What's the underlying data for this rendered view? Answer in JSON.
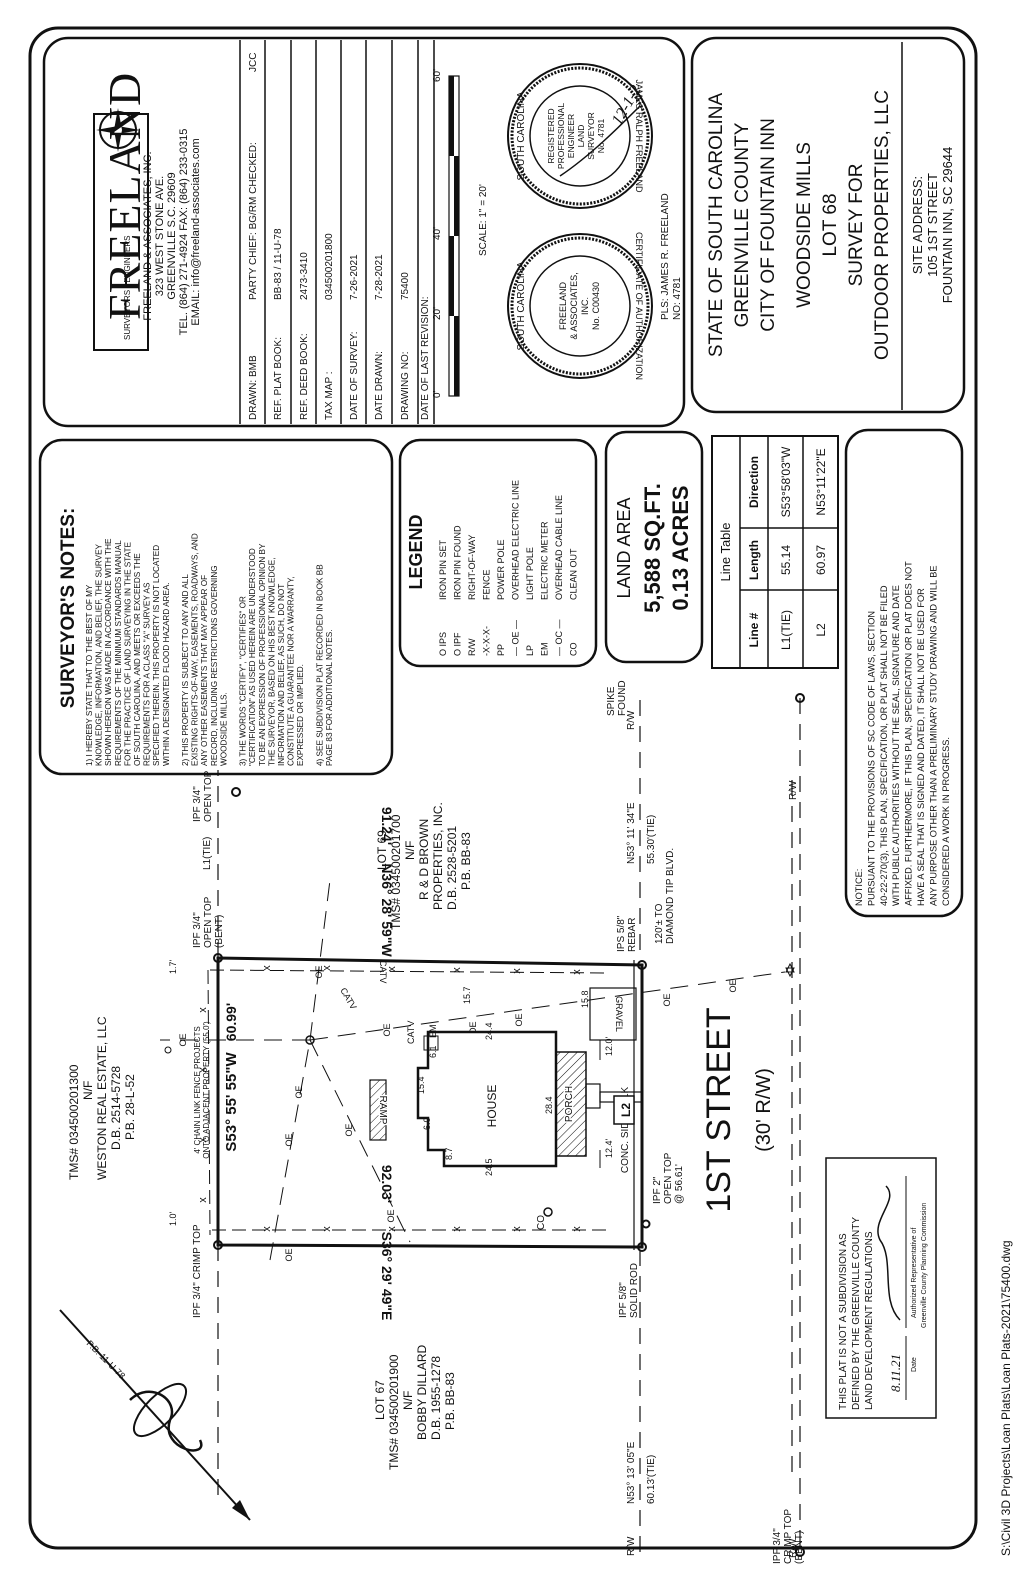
{
  "title_block": {
    "firm_logo": "FREELAND",
    "firm_tagline": "SURVEYORS • ENGINEERS",
    "firm_name": "FREELAND & ASSOCIATES, INC.",
    "firm_street": "323 WEST STONE AVE.",
    "firm_city": "GREENVILLE S.C. 29609",
    "firm_phone": "TEL. (864) 271-4924 FAX: (864) 233-0315",
    "firm_email": "EMAIL: info@freeland-associates.com",
    "info_rows": [
      {
        "label": "DRAWN: BMB",
        "value": "PARTY CHIEF: BG/RM CHECKED:",
        "extra": "JCC"
      },
      {
        "label": "REF. PLAT BOOK:",
        "value": "BB-83 / 11-U-78",
        "extra": ""
      },
      {
        "label": "REF. DEED BOOK:",
        "value": "2473-3410",
        "extra": ""
      },
      {
        "label": "TAX MAP :",
        "value": "034500201800",
        "extra": ""
      },
      {
        "label": "DATE OF SURVEY:",
        "value": "7-26-2021",
        "extra": ""
      },
      {
        "label": "DATE DRAWN:",
        "value": "7-28-2021",
        "extra": ""
      },
      {
        "label": "DRAWING NO:",
        "value": "75400",
        "extra": ""
      },
      {
        "label": "DATE OF LAST REVISION:",
        "value": "",
        "extra": ""
      }
    ],
    "scale_ticks": [
      "0'",
      "20'",
      "40'",
      "60'"
    ],
    "scale_text": "SCALE: 1\" = 20'",
    "seal1_ring_top": "SOUTH CAROLINA",
    "seal1_ring_bottom": "CERTIFICATE OF AUTHORIZATION",
    "seal1_lines": [
      "FREELAND",
      "& ASSOCIATES,",
      "INC.",
      "No. C00430"
    ],
    "seal2_ring_top": "SOUTH CAROLINA",
    "seal2_ring_bottom": "JAMES RALPH FREELAND",
    "seal2_lines": [
      "REGISTERED",
      "PROFESSIONAL",
      "ENGINEER",
      "LAND",
      "SURVEYOR",
      "No. 4781"
    ],
    "seal2_signature": "12-1-2",
    "pls_line1": "PLS: JAMES R. FREELAND",
    "pls_line2": "NO: 4781",
    "state": "STATE OF SOUTH CAROLINA",
    "county": "GREENVILLE COUNTY",
    "city": "CITY OF FOUNTAIN INN",
    "subdivision": "WOODSIDE MILLS",
    "lot": "LOT 68",
    "survey_for": "SURVEY FOR",
    "client": "OUTDOOR PROPERTIES, LLC",
    "site_address_label": "SITE ADDRESS:",
    "site_address_street": "105 1ST STREET",
    "site_address_city": "FOUNTAIN INN, SC 29644"
  },
  "notes": {
    "heading": "SURVEYOR'S NOTES:",
    "lines": [
      "1) I HEREBY STATE THAT TO THE BEST OF MY",
      "KNOWLEDGE, INFORMATION, AND BELIEF, THE SURVEY",
      "SHOWN HEREON WAS MADE IN ACCORDANCE WITH THE",
      "REQUIREMENTS OF THE MINIMUM STANDARDS MANUAL",
      "FOR THE PRACTICE OF LAND SURVEYING IN THE STATE",
      "OF SOUTH CAROLINA, AND MEETS OR EXCEEDS THE",
      "REQUIREMENTS FOR A CLASS \"A\" SURVEY AS",
      "SPECIFIED THEREIN. THIS PROPERTY IS NOT LOCATED",
      "WITHIN A DESIGNATED FLOOD HAZARD AREA.",
      "",
      "2) THIS PROPERTY IS SUBJECT TO ANY AND ALL",
      "EXISTING RIGHTS-OF-WAY, EASEMENTS, ROADWAYS, AND",
      "ANY OTHER EASEMENTS THAT MAY APPEAR OF",
      "RECORD, INCLUDING RESTRICTIONS GOVERNING",
      "WOODSIDE MILLS.",
      "",
      "3) THE WORDS \"CERTIFY\", \"CERTIFIES\" OR",
      "\"CERTIFICATION\" AS USED HEREIN ARE UNDERSTOOD",
      "TO BE AN EXPRESSION OF PROFESSIONAL OPINION BY",
      "THE SURVEYOR, BASED ON HIS BEST KNOWLEDGE,",
      "INFORMATION AND BELIEF, AS SUCH, DO NOT",
      "CONSTITUTE A GUARANTEE NOR A WARRANTY,",
      "EXPRESSED OR IMPLIED.",
      "",
      "4) SEE SUBDIVISION PLAT RECORDED IN BOOK BB",
      "PAGE 83 FOR ADDITIONAL NOTES."
    ]
  },
  "legend": {
    "heading": "LEGEND",
    "items": [
      {
        "sym": "O IPS",
        "desc": "IRON PIN SET"
      },
      {
        "sym": "O IPF",
        "desc": "IRON PIN FOUND"
      },
      {
        "sym": "R/W",
        "desc": "RIGHT-OF-WAY"
      },
      {
        "sym": "-X-X-X-",
        "desc": "FENCE"
      },
      {
        "sym": "PP",
        "desc": "POWER POLE"
      },
      {
        "sym": "— OE —",
        "desc": "OVERHEAD ELECTRIC LINE"
      },
      {
        "sym": "LP",
        "desc": "LIGHT POLE"
      },
      {
        "sym": "EM",
        "desc": "ELECTRIC METER"
      },
      {
        "sym": "— OC —",
        "desc": "OVERHEAD CABLE LINE"
      },
      {
        "sym": "CO",
        "desc": "CLEAN OUT"
      }
    ]
  },
  "land_area": {
    "label": "LAND AREA",
    "sqft": "5,588 SQ.FT.",
    "acres": "0.13 ACRES"
  },
  "line_table": {
    "title": "Line Table",
    "headers": [
      "Line #",
      "Length",
      "Direction"
    ],
    "rows": [
      {
        "line": "L1(TIE)",
        "length": "55.14",
        "direction": "S53°58'03\"W"
      },
      {
        "line": "L2",
        "length": "60.97",
        "direction": "N53°11'22\"E"
      }
    ]
  },
  "notice": {
    "lines": [
      "NOTICE:",
      "PURSUANT TO THE PROVISIONS OF SC CODE OF LAWS, SECTION",
      "40-22-270(3), THIS PLAN, SPECIFICATION, OR PLAT SHALL NOT BE FILED",
      "WITH PUBLIC AUTHORITIES WITHOUT THE SEAL, SIGNATURE AND DATE",
      "AFFIXED. FURTHERMORE, IF THIS PLAN, SPECIFICATION OR PLAT DOES NOT",
      "HAVE A SEAL THAT IS SIGNED AND DATED, IT SHALL NOT BE USED FOR",
      "ANY PURPOSE OTHER THAN A PRELIMINARY STUDY DRAWING AND WILL BE",
      "CONSIDERED A WORK IN PROGRESS."
    ]
  },
  "subdivision_box": {
    "lines": [
      "THIS PLAT IS NOT A SUBDIVISION AS",
      "DEFINED BY THE GREENVILLE COUNTY",
      "LAND DEVELOPMENT REGULATIONS"
    ],
    "date_label": "Date",
    "sign_label1": "Authorized Representative of",
    "sign_label2": "Greenville County Planning Commission",
    "handwritten_date": "8.11.21"
  },
  "plat": {
    "street_name": "1ST STREET",
    "street_row": "(30' R/W)",
    "house": "HOUSE",
    "porch": "PORCH",
    "ramp": "RAMP",
    "sidewalk": "CONC. SIDEWALK",
    "gravel": "GRAVEL",
    "north_ref": "P.B. 11-U-78",
    "bearing_left": "S53° 55' 55\"W",
    "dist_left": "60.99'",
    "bearing_top": "N36° 28' 59\"W",
    "dist_top": "91.24'",
    "bearing_bottom": "S36° 29' 49\"E",
    "dist_bottom": "92.03'",
    "fence_note1": "4' CHAIN LINK FENCE PROJECTS",
    "fence_note2": "ONTO ADJACENT PROPERTY (55.0')",
    "dims": {
      "d1": "15.4",
      "d2": "6.0",
      "d3": "8.7",
      "d4": "24.5",
      "d5": "28.4",
      "d6": "24.4",
      "d7": "6.1",
      "d8": "15.7",
      "d9": "15.8",
      "d10": "12.0'",
      "d11": "12.4'",
      "d12": "1.0'",
      "d13": "1.7'"
    },
    "pins": {
      "ipf_crimp": "IPF 3/4\" CRIMP TOP",
      "ipf_open_bent1": "IPF 3/4\"",
      "ipf_open_bent2": "OPEN TOP",
      "ipf_open_bent3": "(BENT)",
      "ipf_solid1": "IPF 5/8\"",
      "ipf_solid2": "SOLID ROD",
      "ips_rebar1": "IPS 5/8\"",
      "ips_rebar2": "REBAR",
      "ipf_2in1": "IPF 2\"",
      "ipf_2in2": "OPEN TOP",
      "ipf_2in3": "@ 56.61'",
      "ipf_far_left1": "IPF 3/4\"",
      "ipf_far_left2": "CRIMP TOP",
      "ipf_far_left3": "(BENT)",
      "ipf_open_right1": "IPF 3/4\"",
      "ipf_open_right2": "OPEN TOP",
      "spike1": "SPIKE",
      "spike2": "FOUND"
    },
    "tie_left": "N53° 13' 05\"E",
    "tie_left_dist": "60.13'(TIE)",
    "tie_right": "N53° 11' 34\"E",
    "tie_right_dist": "55.30'(TIE)",
    "tie_l1": "L1(TIE)",
    "diamond_tip1": "120'± TO",
    "diamond_tip2": "DIAMOND TIP BLVD.",
    "rw": "R/W",
    "l2": "L2",
    "oe": "OE",
    "catv": "CATV",
    "em": "EM",
    "co": "CO",
    "x": "x"
  },
  "adjoiners": {
    "top": {
      "tms": "TMS# 034500201300",
      "nf": "N/F",
      "name": "WESTON REAL ESTATE, LLC",
      "db": "D.B. 2514-5728",
      "pb": "P.B. 28-L-52"
    },
    "right": {
      "lot": "LOT 69",
      "tms": "TMS# 034500201700",
      "nf": "N/F",
      "name1": "R & D BROWN",
      "name2": "PROPERTIES, INC.",
      "db": "D.B. 2528-5201",
      "pb": "P.B. BB-83"
    },
    "left": {
      "lot": "LOT 67",
      "tms": "TMS# 034500201900",
      "nf": "N/F",
      "name": "BOBBY DILLARD",
      "db": "D.B. 1955-1278",
      "pb": "P.B. BB-83"
    }
  },
  "footer_path": "S:\\Civil 3D Projects\\Loan Plats\\Loan Plats-2021\\75400.dwg"
}
